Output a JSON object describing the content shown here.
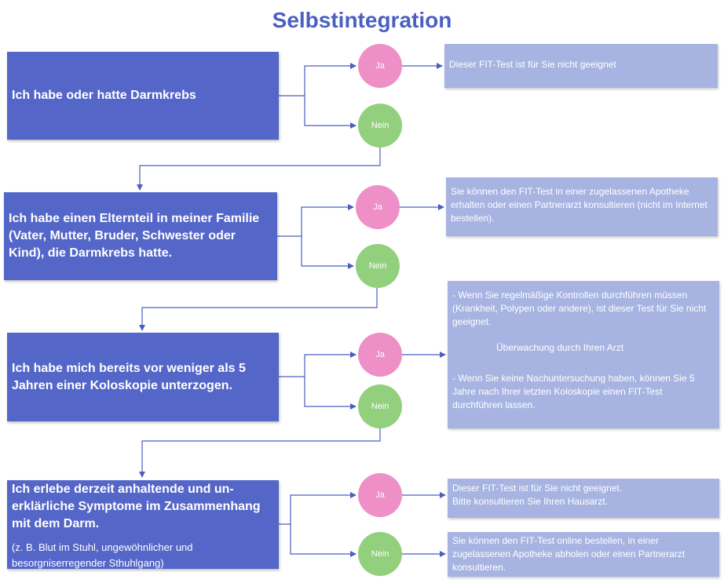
{
  "title": "Selbstintegration",
  "labels": {
    "yes": "Ja",
    "no": "Nein"
  },
  "questions": [
    {
      "text": "Ich habe oder hatte Darmkrebs"
    },
    {
      "text": "Ich habe einen Elternteil in meiner Familie (Vater, Mutter, Bruder, Schwester oder Kind), die Darmkrebs hatte."
    },
    {
      "text": "Ich habe mich bereits vor weniger als 5 Jahren einer Koloskopie unterzogen."
    },
    {
      "text": "Ich erlebe derzeit anhaltende und un-erklärliche Symptome im Zusammenhang mit dem Darm.",
      "subtext": "(z. B. Blut im Stuhl, ungewöhnlicher und besorgniserregender Sthuhlgang)"
    }
  ],
  "answers": {
    "q1_yes": "Dieser FIT-Test ist für Sie nicht geeignet",
    "q2_yes": "Sie können den FIT-Test in einer zugelassenen Apotheke erhalten oder einen Partnerarzt konsultieren (nicht im Internet bestellen).",
    "q3_yes_1": "- Wenn Sie regelmäßige Kontrollen durchführen müssen (Krankheit, Polypen oder andere), ist dieser Test für Sie nicht geeignet.",
    "q3_yes_2": "Überwachung durch Ihren Arzt",
    "q3_yes_3": "- Wenn Sie keine Nachuntersuchung haben, können Sie 5 Jahre nach Ihrer letzten Koloskopie einen FIT-Test durchführen lassen.",
    "q4_yes_1": "Dieser FIT-Test ist für Sie nicht geeignet.",
    "q4_yes_2": "Bitte konsultieren Sie Ihren Hausarzt.",
    "q4_no": "Sie können den FIT-Test online bestellen, in einer zugelassenen Apotheke abholen oder einen Partnerarzt konsultieren."
  }
}
